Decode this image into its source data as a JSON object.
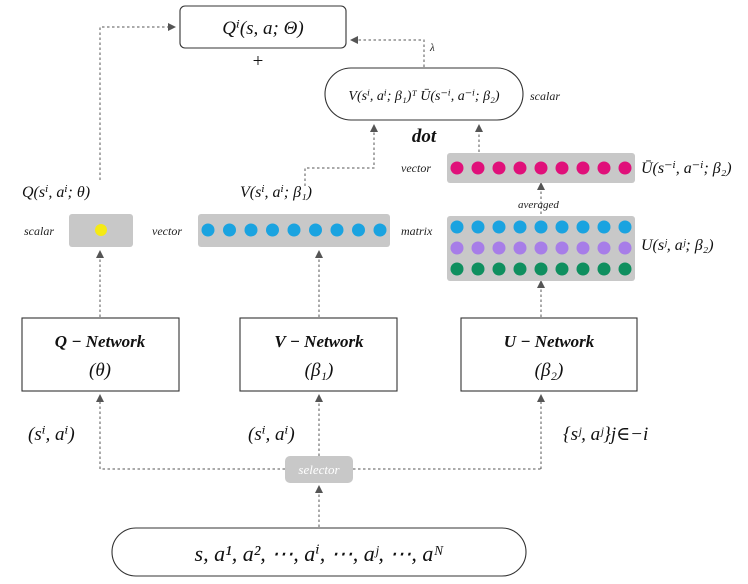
{
  "input": {
    "label": "s, a¹, a², ⋯, aⁱ, ⋯, aʲ, ⋯, aᴺ"
  },
  "selector": {
    "label": "selector"
  },
  "networks": [
    {
      "id": "q",
      "title": "Q − Network",
      "param": "(θ)"
    },
    {
      "id": "v",
      "title": "V − Network",
      "param": "(β₁)"
    },
    {
      "id": "u",
      "title": "U − Network",
      "param": "(β₂)"
    }
  ],
  "inputs_to_networks": {
    "q": "(sⁱ, aⁱ)",
    "v": "(sⁱ, aⁱ)",
    "u": "{sʲ, aʲ}j∈−i"
  },
  "outputs": {
    "q_label": "Q(sⁱ, aⁱ; θ)",
    "q_type": "scalar",
    "v_label": "V(sⁱ, aⁱ; β₁)",
    "v_type": "vector",
    "u_matrix_label": "U(sʲ, aʲ; β₂)",
    "u_matrix_type": "matrix",
    "u_avg_label": "Ū(s⁻ⁱ, a⁻ⁱ; β₂)",
    "u_avg_type": "vector",
    "averaged": "averaged"
  },
  "dot_box": {
    "label": "V(sⁱ, aⁱ; β₁)ᵀ Ū(s⁻ⁱ, a⁻ⁱ; β₂)",
    "type": "scalar",
    "op": "dot",
    "lambda": "λ"
  },
  "final": {
    "label": "Qⁱ(s, a; Θ)",
    "plus": "+"
  },
  "colors": {
    "scalar_dot": "#f5ea14",
    "v_dots": "#1aa3e0",
    "u_row1": "#1aa3e0",
    "u_row2": "#a77de8",
    "u_row3": "#0f8f5f",
    "u_avg": "#e0107a",
    "bar": "#c8c8c8",
    "selector_bg": "#c8c8c8"
  },
  "counts": {
    "v_dots": 9,
    "u_dots": 9
  }
}
